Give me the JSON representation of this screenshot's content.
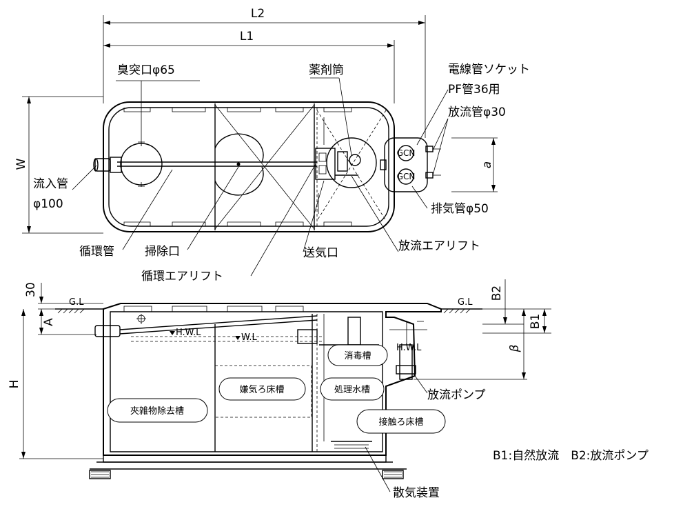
{
  "top_view": {
    "dimensions": {
      "l2": "L2",
      "l1": "L1",
      "w": "W",
      "a": "a"
    },
    "labels": {
      "vent_port": "臭突口φ65",
      "chemical_cylinder": "薬剤筒",
      "conduit_socket_line1": "電線管ソケット",
      "conduit_socket_line2": "PF管36用",
      "discharge_pipe": "放流管φ30",
      "inflow_pipe_line1": "流入管",
      "inflow_pipe_line2": "φ100",
      "exhaust_pipe": "排気管φ50",
      "circulation_pipe": "循環管",
      "cleaning_port": "掃除口",
      "air_supply_port": "送気口",
      "discharge_airlift": "放流エアリフト",
      "circulation_airlift": "循環エアリフト"
    }
  },
  "side_view": {
    "dimensions": {
      "thirty": "30",
      "a_upper": "A",
      "h": "H",
      "b2": "B2",
      "b1": "B1",
      "beta": "β"
    },
    "labels": {
      "gl_left": "G.L",
      "gl_right": "G.L",
      "hwl": "H.W.L",
      "wl": "W.L",
      "hwl_right": "H.W.L",
      "discharge_pump": "放流ポンプ",
      "aeration_device": "散気装置"
    },
    "chambers": {
      "debris_removal": "夾雑物除去槽",
      "anaerobic_filter": "嫌気ろ床槽",
      "treated_water": "処理水槽",
      "disinfection": "消毒槽",
      "contact_filter": "接触ろ床槽"
    }
  },
  "legend": {
    "note": "B1:自然放流　B2:放流ポンプ"
  }
}
